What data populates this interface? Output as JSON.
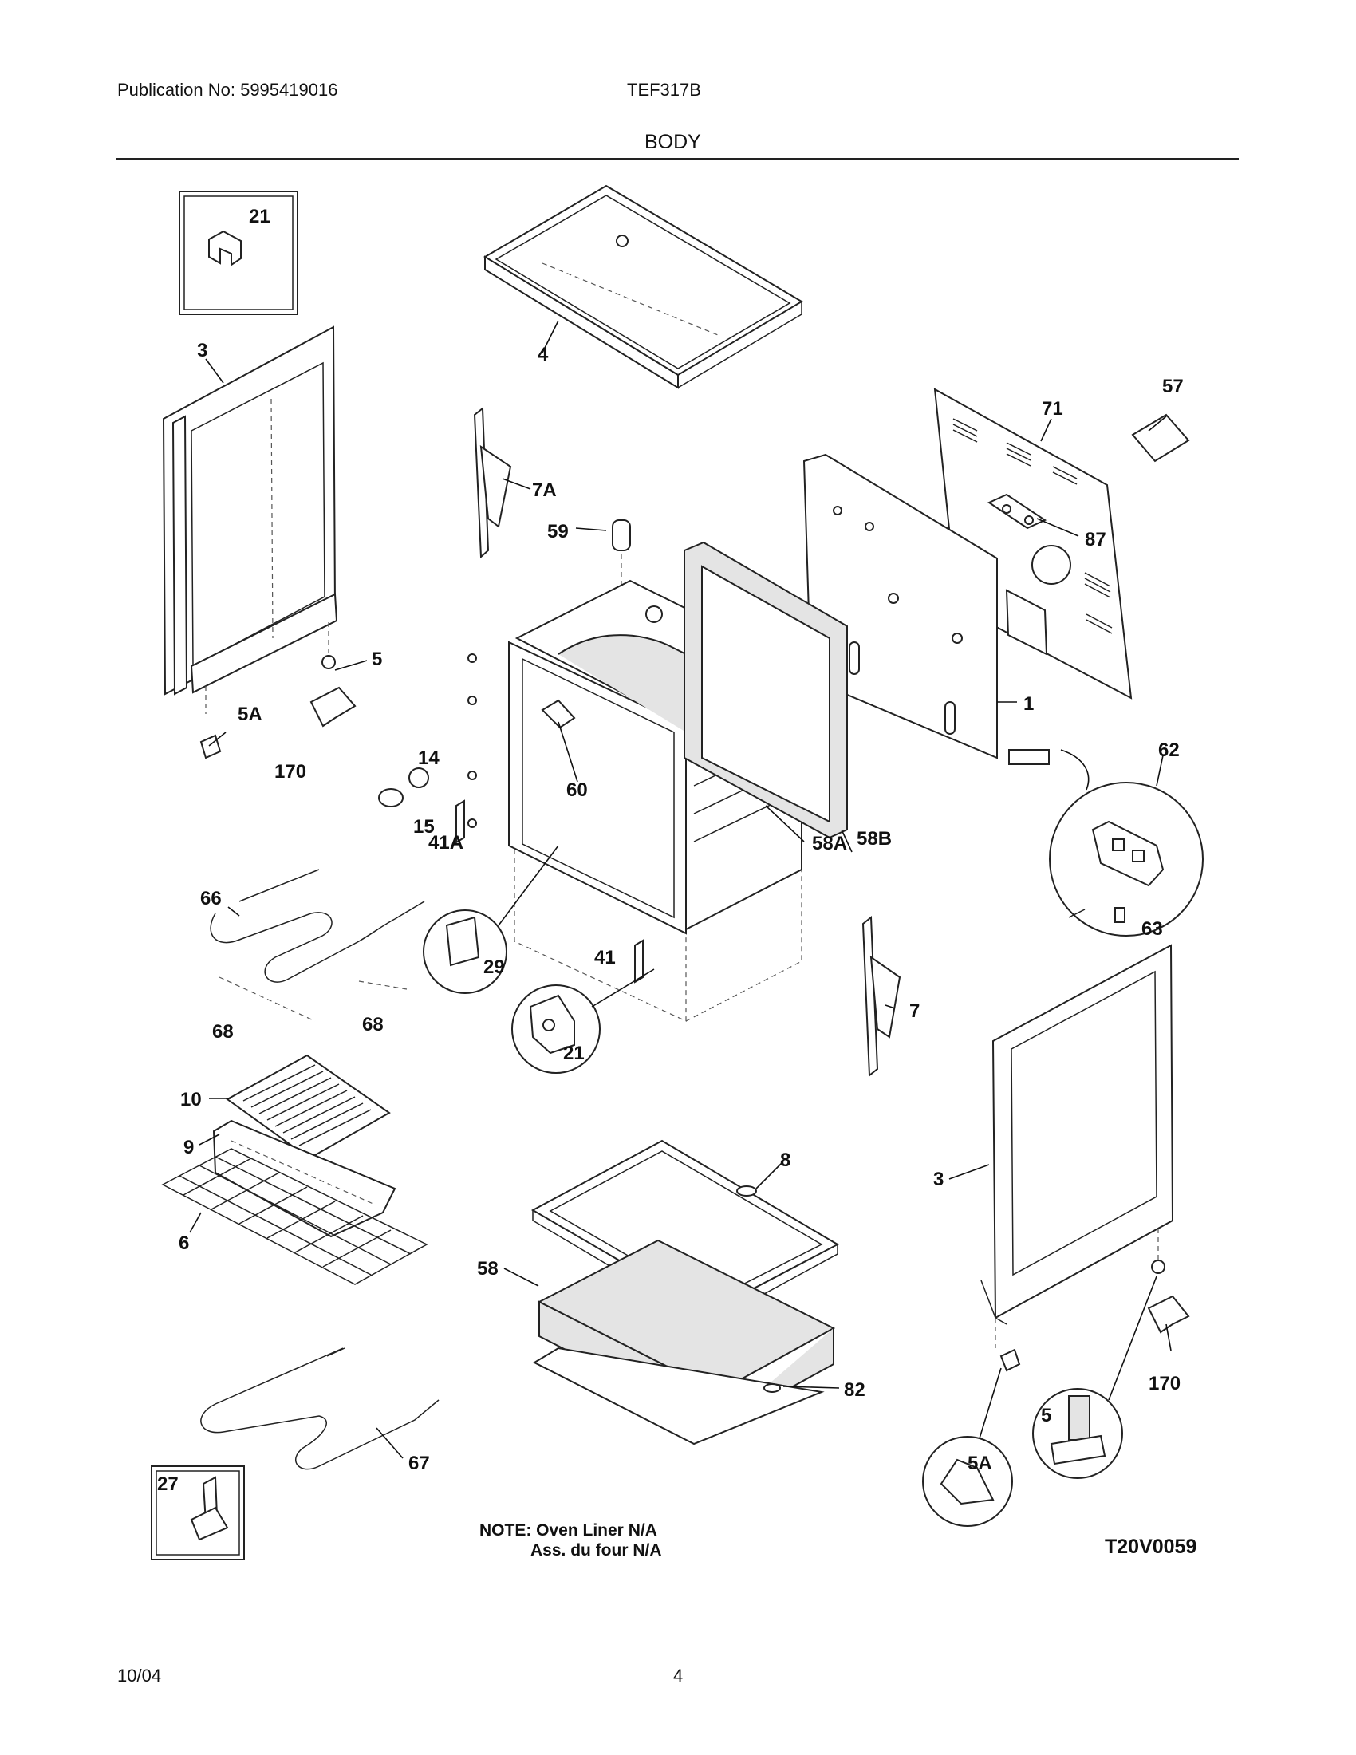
{
  "header": {
    "publication": "Publication No: 5995419016",
    "model": "TEF317B",
    "section_title": "BODY"
  },
  "footer": {
    "date": "10/04",
    "page": "4"
  },
  "diagram": {
    "note_line1": "NOTE: Oven Liner N/A",
    "note_line2": "Ass. du four N/A",
    "drawing_code": "T20V0059",
    "callouts": {
      "c21_box": "21",
      "c3_left": "3",
      "c4": "4",
      "c7A": "7A",
      "c59": "59",
      "c71": "71",
      "c57": "57",
      "c87": "87",
      "c1": "1",
      "c5_left": "5",
      "c5A_left": "5A",
      "c170_left": "170",
      "c14": "14",
      "c15": "15",
      "c60": "60",
      "c41A": "41A",
      "c58A": "58A",
      "c58B": "58B",
      "c62": "62",
      "c63": "63",
      "c66": "66",
      "c68_a": "68",
      "c68_b": "68",
      "c29": "29",
      "c41": "41",
      "c21_circle": "21",
      "c7": "7",
      "c10": "10",
      "c9": "9",
      "c6": "6",
      "c8": "8",
      "c58": "58",
      "c82": "82",
      "c3_right": "3",
      "c170_right": "170",
      "c5_right": "5",
      "c5A_right": "5A",
      "c67": "67",
      "c27": "27"
    }
  }
}
